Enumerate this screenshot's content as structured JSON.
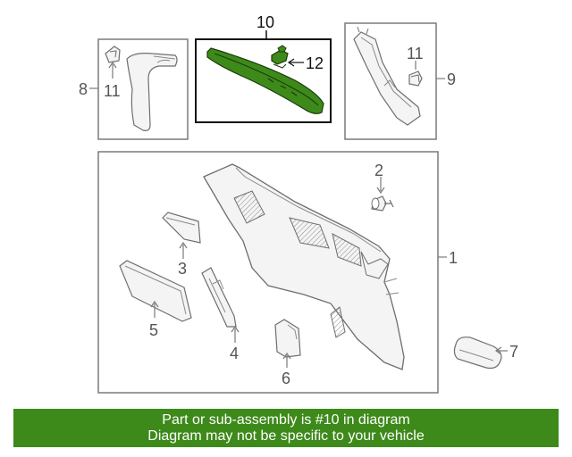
{
  "callouts": {
    "c1": "1",
    "c2": "2",
    "c3": "3",
    "c4": "4",
    "c5": "5",
    "c6": "6",
    "c7": "7",
    "c8": "8",
    "c9": "9",
    "c10": "10",
    "c11a": "11",
    "c11b": "11",
    "c12": "12"
  },
  "colors": {
    "highlight": "#3d8a1a",
    "line": "#7a7a7a",
    "panel_fill": "#f4f4f4"
  },
  "footer": {
    "line1": "Part or sub-assembly is #10 in diagram",
    "line2": "Diagram may not be specific to your vehicle"
  }
}
